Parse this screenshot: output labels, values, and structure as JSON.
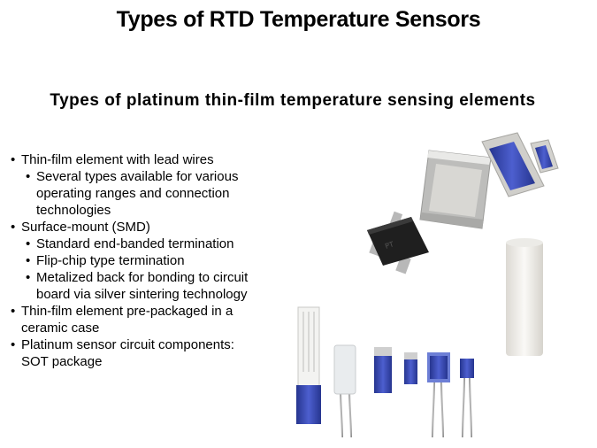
{
  "slide": {
    "title": "Types of RTD Temperature Sensors",
    "subtitle": "Types of platinum thin-film temperature sensing elements"
  },
  "bullets": [
    {
      "level": 1,
      "text": "Thin-film  element with lead wires"
    },
    {
      "level": 2,
      "text": "Several types available for various operating ranges and connection technologies"
    },
    {
      "level": 1,
      "text": "Surface-mount  (SMD)"
    },
    {
      "level": 2,
      "text": "Standard end-banded termination"
    },
    {
      "level": 2,
      "text": "Flip-chip type termination"
    },
    {
      "level": 2,
      "text": "Metalized back for bonding to circuit board via silver sintering technology"
    },
    {
      "level": 1,
      "text": "Thin-film  element pre-packaged in a ceramic case"
    },
    {
      "level": 1,
      "text": "Platinum sensor circuit components: SOT package"
    }
  ],
  "colors": {
    "sensor_blue": "#2f3fa8",
    "ceramic_white": "#f2f0ec",
    "substrate_gray": "#c9c9c6",
    "lead_wire": "#a9a9a9"
  }
}
